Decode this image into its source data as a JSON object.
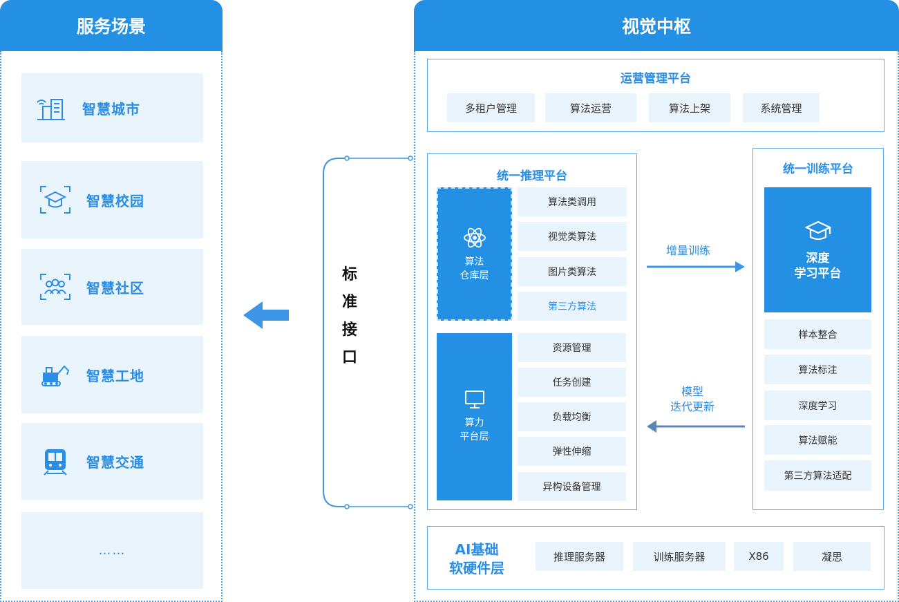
{
  "left_panel": {
    "title": "服务场景",
    "scenes": [
      {
        "label": "智慧城市",
        "icon": "smart-city-icon"
      },
      {
        "label": "智慧校园",
        "icon": "graduation-cap-icon"
      },
      {
        "label": "智慧社区",
        "icon": "community-people-icon"
      },
      {
        "label": "智慧工地",
        "icon": "excavator-icon"
      },
      {
        "label": "智慧交通",
        "icon": "train-icon"
      },
      {
        "label": "……",
        "icon": ""
      }
    ]
  },
  "interface": {
    "label_chars": [
      "标",
      "准",
      "接",
      "口"
    ]
  },
  "right_panel": {
    "title": "视觉中枢",
    "ops_platform": {
      "title": "运营管理平台",
      "items": [
        "多租户管理",
        "算法运营",
        "算法上架",
        "系统管理"
      ]
    },
    "inference_platform": {
      "title": "统一推理平台",
      "algo_layer": {
        "label_line1": "算法",
        "label_line2": "仓库层",
        "icon": "atom-icon"
      },
      "algo_items": [
        "算法类调用",
        "视觉类算法",
        "图片类算法",
        "第三方算法"
      ],
      "compute_layer": {
        "label_line1": "算力",
        "label_line2": "平台层",
        "icon": "monitor-icon"
      },
      "compute_items": [
        "资源管理",
        "任务创建",
        "负载均衡",
        "弹性伸缩",
        "异构设备管理"
      ]
    },
    "arrows": {
      "incremental": "增量训练",
      "model_line1": "模型",
      "model_line2": "迭代更新"
    },
    "training_platform": {
      "title": "统一训练平台",
      "dl_block": {
        "line1": "深度",
        "line2": "学习平台",
        "icon": "graduation-cap-icon"
      },
      "items": [
        "样本整合",
        "算法标注",
        "深度学习",
        "算法赋能",
        "第三方算法适配"
      ]
    },
    "hardware": {
      "title_line1": "AI基础",
      "title_line2": "软硬件层",
      "items": [
        "推理服务器",
        "训练服务器",
        "X86",
        "凝思"
      ]
    }
  },
  "colors": {
    "primary": "#2390e4",
    "light": "#eaf4fd",
    "text_blue": "#2b8ee6",
    "arrow_gray_blue": "#5b87b8"
  }
}
